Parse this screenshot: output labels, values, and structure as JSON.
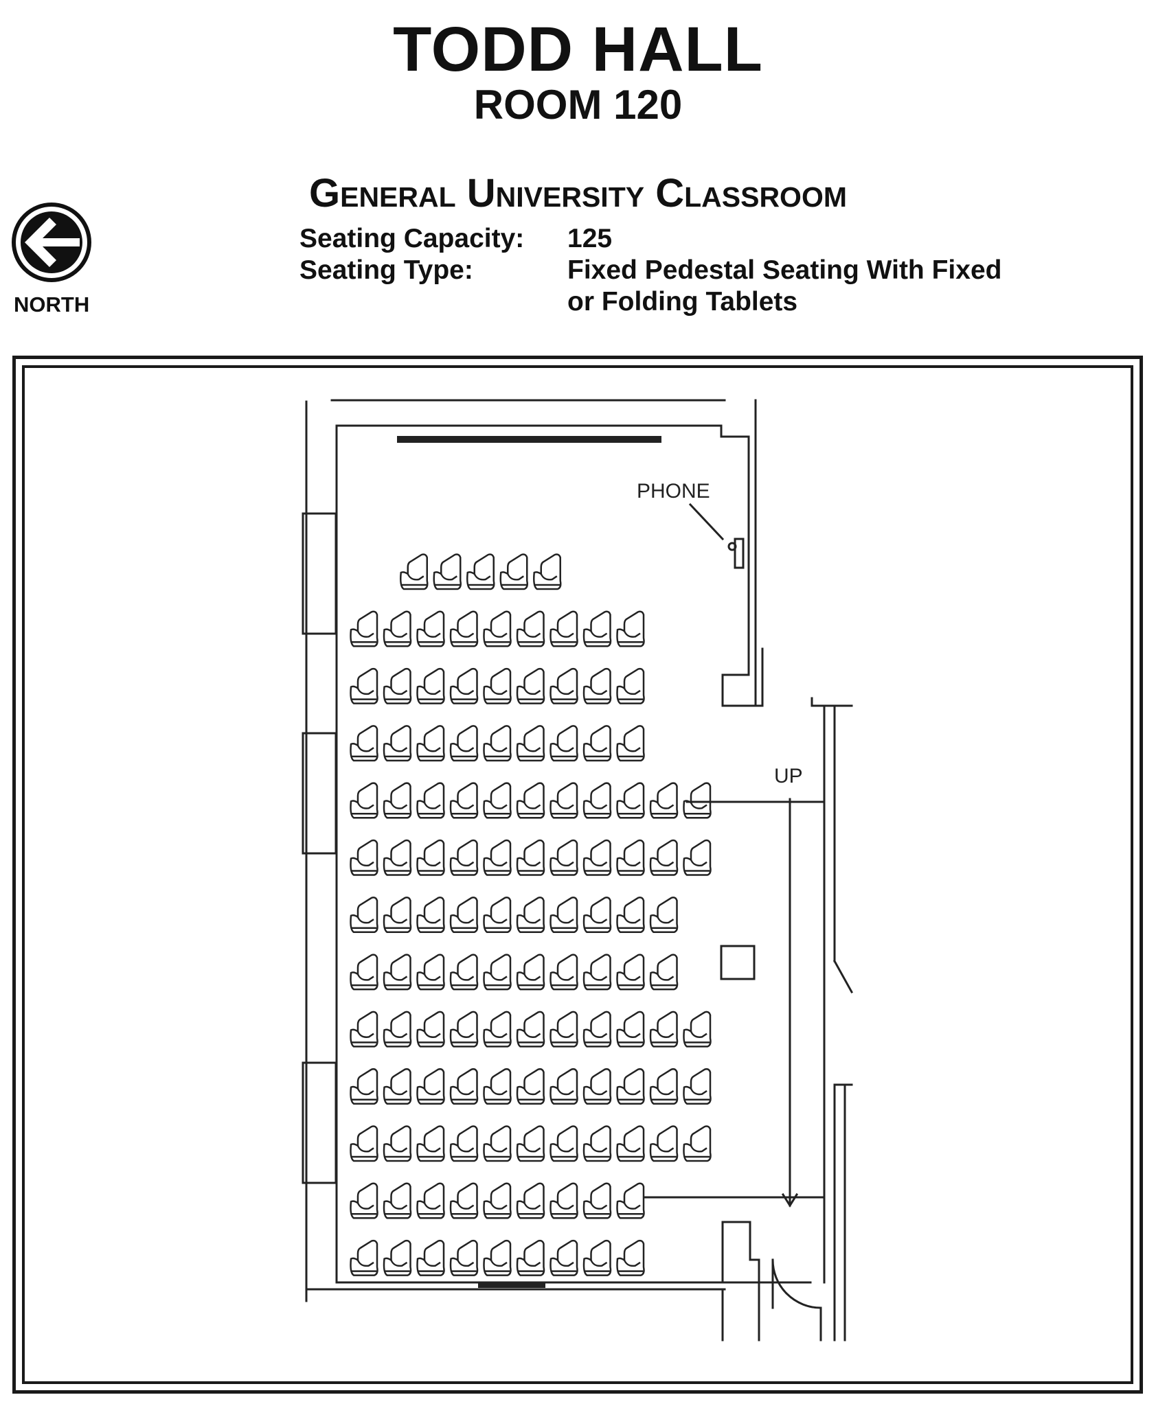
{
  "header": {
    "building": "TODD HALL",
    "room": "ROOM 120",
    "room_type": "General University Classroom"
  },
  "specs": {
    "capacity_label": "Seating Capacity:",
    "capacity_value": "125",
    "type_label": "Seating Type:",
    "type_value": "Fixed Pedestal Seating With Fixed or Folding Tablets"
  },
  "compass": {
    "label": "NORTH",
    "icon": "north-arrow-icon"
  },
  "plan": {
    "phone_label": "PHONE",
    "ramp_label": "UP",
    "rows": [
      {
        "seats": 5,
        "offset": 1.5
      },
      {
        "seats": 9,
        "offset": 0
      },
      {
        "seats": 9,
        "offset": 0
      },
      {
        "seats": 9,
        "offset": 0
      },
      {
        "seats": 11,
        "offset": 0
      },
      {
        "seats": 11,
        "offset": 0
      },
      {
        "seats": 10,
        "offset": 0
      },
      {
        "seats": 10,
        "offset": 0
      },
      {
        "seats": 11,
        "offset": 0
      },
      {
        "seats": 11,
        "offset": 0
      },
      {
        "seats": 11,
        "offset": 0
      },
      {
        "seats": 9,
        "offset": 0
      },
      {
        "seats": 9,
        "offset": 0
      }
    ]
  }
}
